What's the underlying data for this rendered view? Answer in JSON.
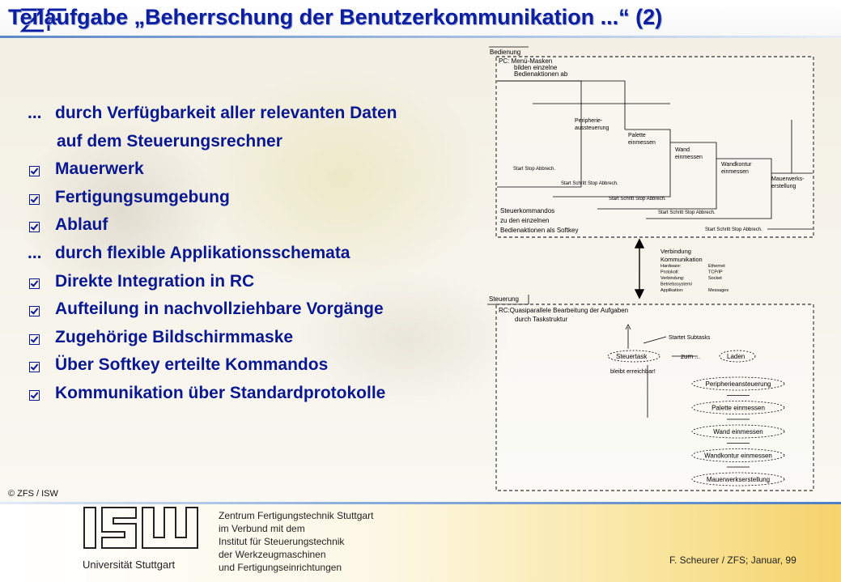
{
  "title": "Teilaufgabe „Beherrschung der Benutzerkommunikation ...“ (2)",
  "bullets": [
    {
      "type": "dots",
      "text": "durch Verfügbarkeit aller relevanten Daten"
    },
    {
      "type": "cont",
      "text": "auf dem Steuerungsrechner"
    },
    {
      "type": "check",
      "text": "Mauerwerk"
    },
    {
      "type": "check",
      "text": "Fertigungsumgebung"
    },
    {
      "type": "check",
      "text": "Ablauf"
    },
    {
      "type": "dots",
      "text": "durch flexible Applikationsschemata"
    },
    {
      "type": "check",
      "text": "Direkte Integration in RC"
    },
    {
      "type": "check",
      "text": "Aufteilung in nachvollziehbare Vorgänge"
    },
    {
      "type": "check",
      "text": "Zugehörige Bildschirmmaske"
    },
    {
      "type": "check",
      "text": "Über Softkey erteilte Kommandos"
    },
    {
      "type": "check",
      "text": "Kommunikation über Standardprotokolle"
    }
  ],
  "bullet_prefix": "...",
  "diagram": {
    "bedienung_label": "Bedienung",
    "pc_lines": [
      "PC: Menü-Masken",
      "bilden einzelne",
      "Bedienaktionen ab"
    ],
    "peripherie": [
      "Peripherie-",
      "aussteuerung"
    ],
    "palette": [
      "Palette",
      "einmessen"
    ],
    "wand": [
      "Wand",
      "einmessen"
    ],
    "wandkontur": [
      "Wandkontur",
      "einmessen"
    ],
    "mauerwerk": [
      "Mauerwerks-",
      "erstellung"
    ],
    "softkeys": [
      "Start Stop Abbrech.",
      "Start Schritt Stop Abbrech.",
      "Start Schritt Stop Abbrech.",
      "Start Schritt Stop Abbrech.",
      "Start Schritt Stop Abbrech."
    ],
    "steuerkommandos": [
      "Steuerkommandos",
      "zu den einzelnen",
      "Bedienaktionen als Softkey"
    ],
    "verbindung": [
      "Verbindung",
      "Kommunikation"
    ],
    "verbindung_table": [
      [
        "Hardware:",
        "Ethernet"
      ],
      [
        "Protokoll:",
        "TCP/IP"
      ],
      [
        "Verbindung:",
        "Socket"
      ],
      [
        "Betriebssystem/",
        ""
      ],
      [
        "Applikation:",
        "Messages"
      ]
    ],
    "steuerung_label": "Steuerung",
    "rc_lines": [
      "RC:Quasiparallele Bearbeitung der Aufgaben",
      "durch Taskstruktur"
    ],
    "startet": "Startet Subtasks",
    "steuertask": "Steuertask",
    "zum": "zum ...",
    "laden": "Laden",
    "erreichbar": "bleibt erreichbar!",
    "tasks": [
      "Peripherieansteuerung",
      "Palette einmessen",
      "Wand einmessen",
      "Wandkontur einmessen",
      "Mauerwerkserstellung"
    ]
  },
  "copyright": "© ZFS / ISW",
  "footer": {
    "uni": "Universität Stuttgart",
    "zfs_lines": [
      "Zentrum Fertigungstechnik Stuttgart",
      "im Verbund mit dem",
      "Institut für Steuerungstechnik",
      "der Werkzeugmaschinen",
      "und Fertigungseinrichtungen"
    ],
    "author": "F. Scheurer / ZFS; Januar, 99"
  },
  "colors": {
    "title": "#0c1fa3",
    "text": "#0a1890",
    "accent": "#4f7fc4"
  }
}
